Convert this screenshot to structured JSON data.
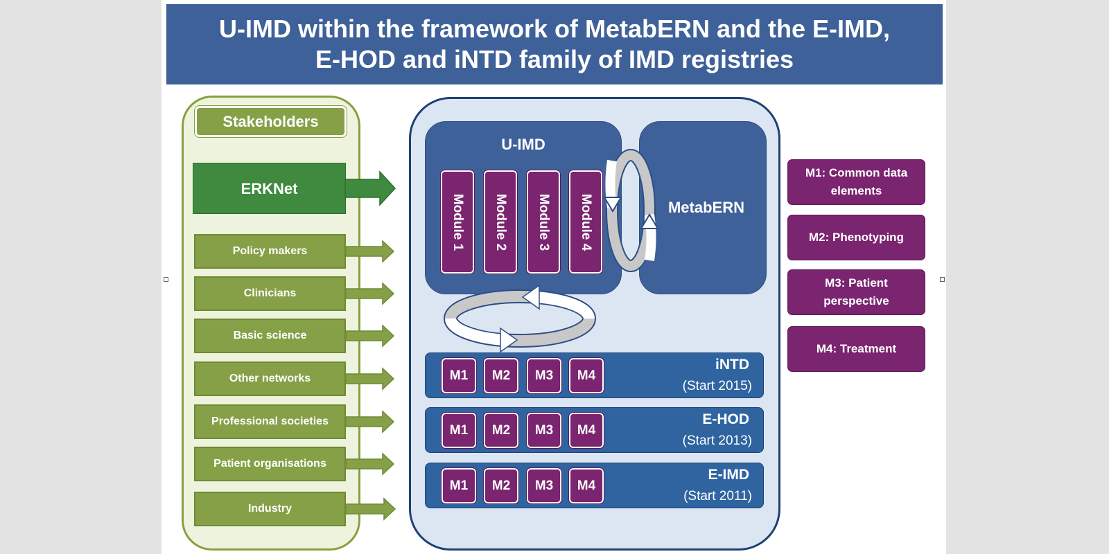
{
  "title": {
    "line1": "U-IMD within the framework of MetabERN and the E-IMD,",
    "line2": "E-HOD and iNTD family of IMD registries"
  },
  "stakeholders": {
    "heading": "Stakeholders",
    "featured": "ERKNet",
    "items": [
      "Policy makers",
      "Clinicians",
      "Basic science",
      "Other networks",
      "Professional societies",
      "Patient organisations",
      "Industry"
    ]
  },
  "uimd": {
    "label": "U-IMD",
    "modules": [
      "Module 1",
      "Module 2",
      "Module 3",
      "Module 4"
    ]
  },
  "metabern": {
    "label": "MetabERN"
  },
  "registries": [
    {
      "name": "iNTD",
      "start": "(Start 2015)",
      "chips": [
        "M1",
        "M2",
        "M3",
        "M4"
      ]
    },
    {
      "name": "E-HOD",
      "start": "(Start 2013)",
      "chips": [
        "M1",
        "M2",
        "M3",
        "M4"
      ]
    },
    {
      "name": "E-IMD",
      "start": "(Start 2011)",
      "chips": [
        "M1",
        "M2",
        "M3",
        "M4"
      ]
    }
  ],
  "legend": [
    "M1: Common data elements",
    "M2: Phenotyping",
    "M3: Patient perspective",
    "M4: Treatment"
  ],
  "colors": {
    "title_bg": "#3f6199",
    "stakeholder_green": "#86a047",
    "erknet_green": "#3f8a3f",
    "module_purple": "#7b2470",
    "registry_blue": "#2f64a0",
    "central_bg": "#dce6f2"
  }
}
